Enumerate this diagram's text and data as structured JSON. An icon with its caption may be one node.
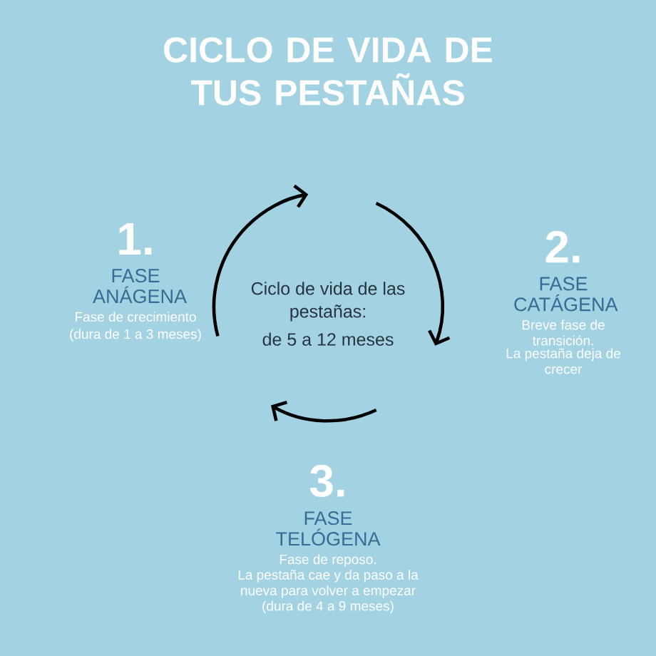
{
  "diagram": {
    "title": "CICLO DE VIDA DE TUS PESTAÑAS",
    "nodes": [
      {
        "text": [
          "1.",
          "FASE ANÁGENA",
          "Fase de crecimiento",
          "(dura de 1 a 3 meses)"
        ]
      },
      {
        "text": [
          "Ciclo de vida de las pestañas:",
          "de 5 a 12 meses"
        ]
      },
      {
        "text": [
          "2.",
          "FASE CATÁGENA",
          "Breve fase de transición.",
          "La pestaña deja de crecer"
        ]
      },
      {
        "text": [
          "3.",
          "FASE TELÓGENA",
          "Fase de reposo.",
          "La pestaña cae y da paso a la nueva para volver a empezar",
          "(dura de 4 a 9 meses)"
        ]
      }
    ]
  }
}
